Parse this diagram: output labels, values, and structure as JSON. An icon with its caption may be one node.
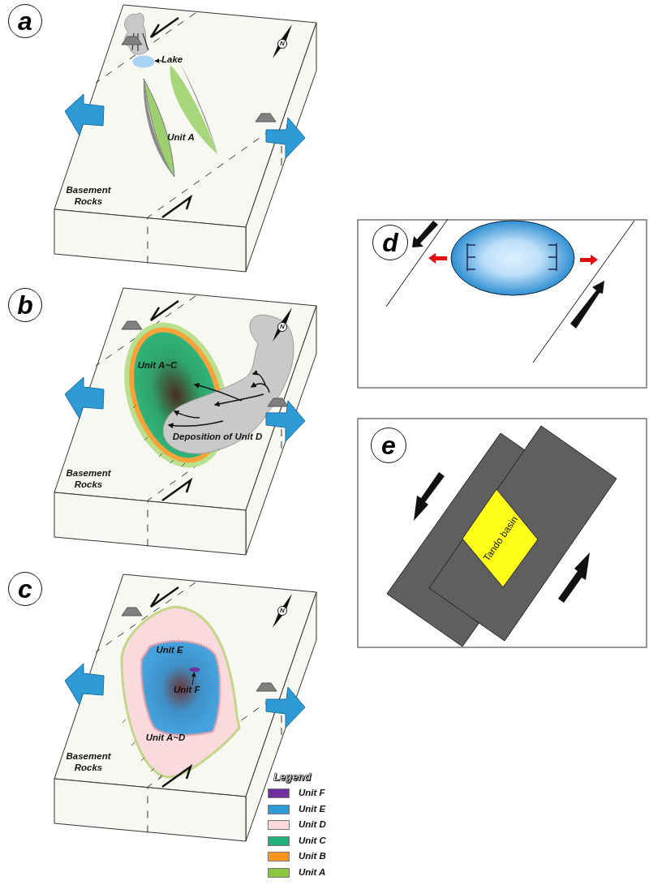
{
  "diagram": {
    "nodes": [
      {
        "text": [
          "a"
        ]
      },
      {
        "text": [
          "Lake"
        ]
      },
      {
        "text": [],
        "shape": "ellipse"
      },
      {
        "text": [
          "b"
        ]
      },
      {
        "text": [
          "c"
        ]
      },
      {
        "text": [
          "Unit F"
        ]
      },
      {
        "text": [],
        "shape": "ellipse"
      },
      {
        "text": [
          "d"
        ]
      },
      {
        "text": [
          "e"
        ]
      },
      {
        "text": [
          "Tando basin"
        ]
      }
    ],
    "edges": [
      {
        "from": 1,
        "to": 2,
        "arrow": "to"
      },
      {
        "from": 5,
        "to": 6,
        "arrow": "to"
      }
    ],
    "labels": [
      "N",
      "Unit A",
      "Basement Rocks",
      "Unit A~C",
      "N",
      "Deposition of Unit D",
      "Basement Rocks",
      "N",
      "Unit E",
      "Unit A~D",
      "Basement Rocks",
      "Legend"
    ],
    "legend": [
      {
        "text": "Unit F",
        "color": "#7030a0"
      },
      {
        "text": "Unit E",
        "color": "#2e9bd6"
      },
      {
        "text": "Unit D",
        "color": "#fadadd"
      },
      {
        "text": "Unit C",
        "color": "#22b07a"
      },
      {
        "text": "Unit B",
        "color": "#f7941d"
      },
      {
        "text": "Unit A",
        "color": "#8cc63f"
      }
    ]
  }
}
